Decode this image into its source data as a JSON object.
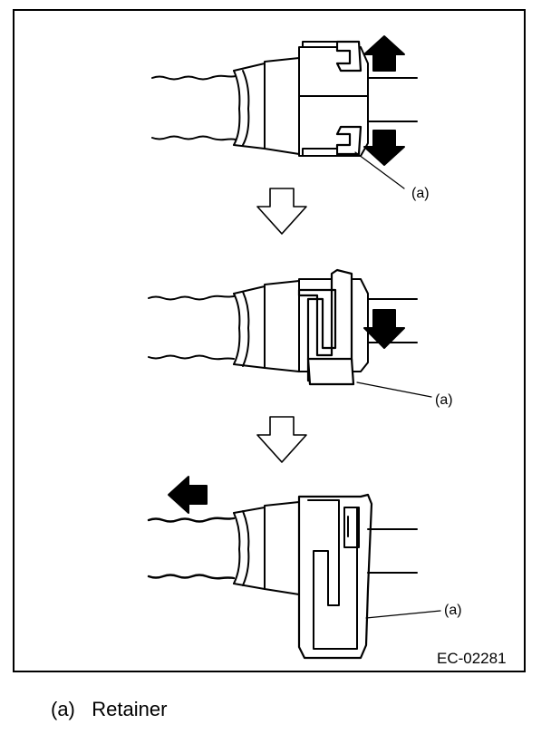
{
  "figure": {
    "callout_label": "(a)",
    "code": "EC-02281"
  },
  "legend": {
    "key": "(a)",
    "text": "Retainer"
  }
}
